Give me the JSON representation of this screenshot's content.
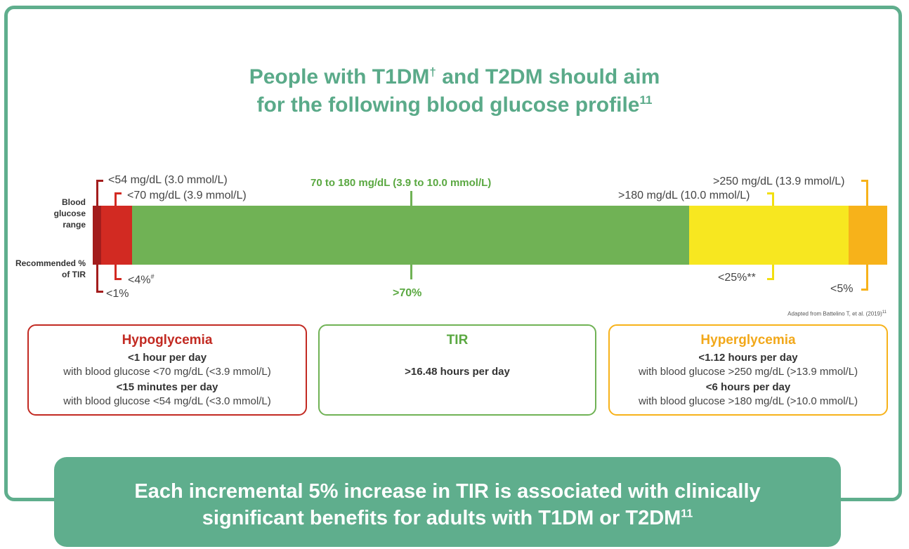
{
  "title": {
    "line1": "People with T1DM",
    "sup1": "†",
    "line1b": " and T2DM should aim",
    "line2": "for the following blood glucose profile",
    "sup2": "11"
  },
  "axis": {
    "range_label": "Blood glucose range",
    "tir_label": "Recommended % of TIR"
  },
  "ranges": {
    "very_low": "<54 mg/dL (3.0 mmol/L)",
    "low": "<70 mg/dL (3.9 mmol/L)",
    "target": "70 to 180 mg/dL (3.9 to 10.0 mmol/L)",
    "high": ">180 mg/dL (10.0 mmol/L)",
    "very_high": ">250 mg/dL (13.9 mmol/L)"
  },
  "percents": {
    "very_low": "<1%",
    "low": "<4%",
    "low_sup": "#",
    "target": ">70%",
    "high": "<25%**",
    "very_high": "<5%"
  },
  "colors": {
    "very_low": "#a31d1d",
    "low": "#d22a22",
    "target": "#70b255",
    "high": "#f7e720",
    "very_high": "#f7b21a",
    "green": "#5fae8d"
  },
  "source_note": "Adapted from Battelino T, et al. (2019)",
  "source_sup": "11",
  "boxes": {
    "hypo": {
      "title": "Hypoglycemia",
      "b1": "<1 hour per day",
      "n1": "with blood glucose <70 mg/dL (<3.9 mmol/L)",
      "b2": "<15 minutes per day",
      "n2": "with blood glucose <54 mg/dL (<3.0 mmol/L)"
    },
    "tir": {
      "title": "TIR",
      "b1": ">16.48 hours per day"
    },
    "hyper": {
      "title": "Hyperglycemia",
      "b1": "<1.12 hours per day",
      "n1": "with blood glucose >250 mg/dL (>13.9 mmol/L)",
      "b2": "<6 hours per day",
      "n2": "with blood glucose >180 mg/dL (>10.0 mmol/L)"
    }
  },
  "banner": {
    "line1": "Each incremental 5% increase in TIR is associated with clinically",
    "line2": "significant benefits for adults with T1DM or T2DM",
    "sup": "11"
  }
}
